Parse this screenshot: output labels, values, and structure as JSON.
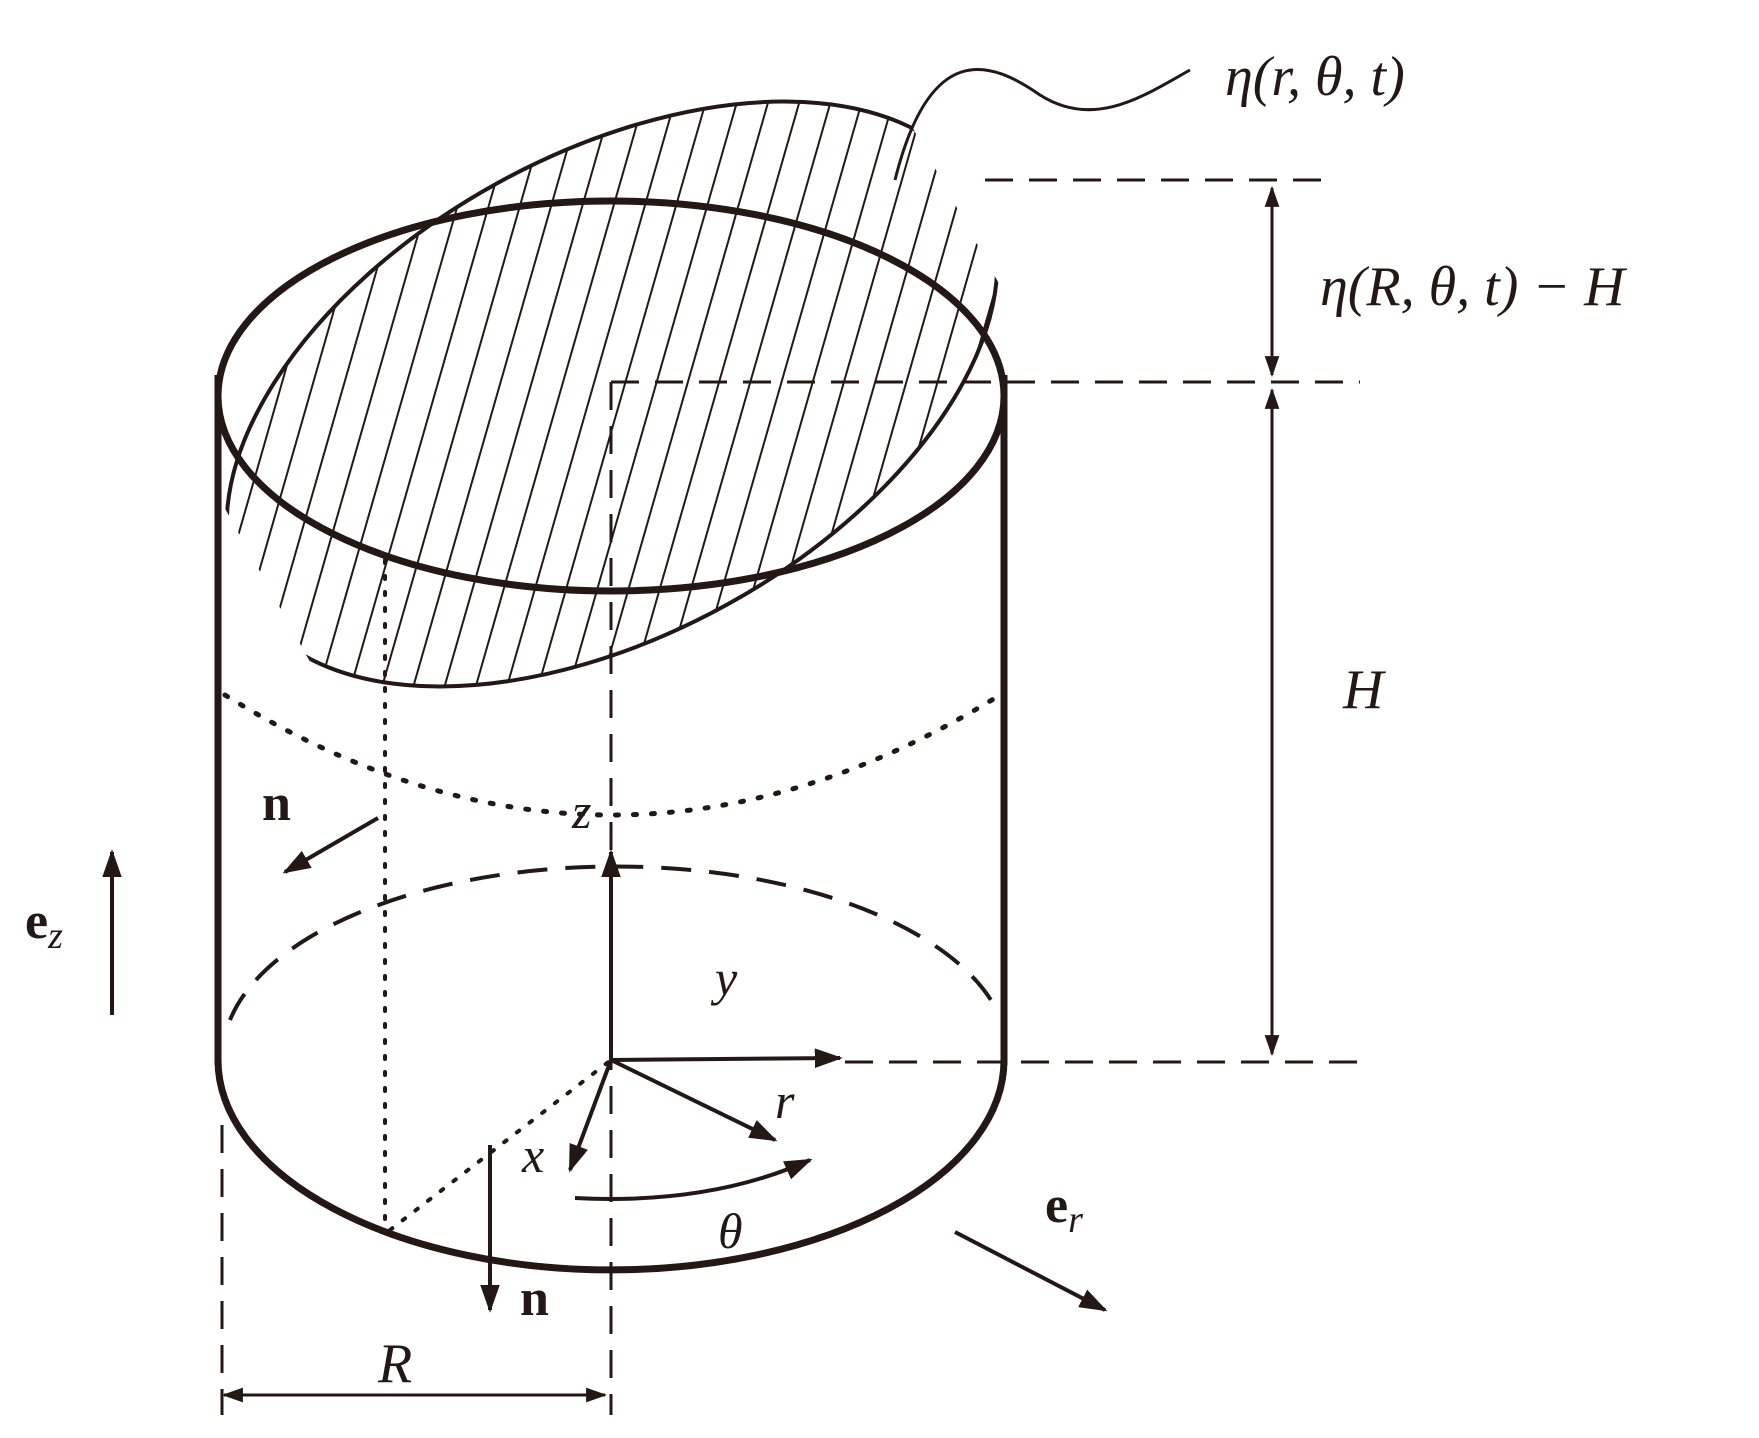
{
  "labels": {
    "eta_surface": "η(r, θ, t)",
    "eta_edge_minus_H": "η(R, θ, t) − H",
    "height": "H",
    "radius": "R",
    "axis_z": "z",
    "axis_y": "y",
    "axis_x": "x",
    "radial": "r",
    "angle": "θ",
    "normal_side": "n",
    "normal_bottom": "n",
    "unit_ez": {
      "base": "e",
      "sub": "z"
    },
    "unit_er": {
      "base": "e",
      "sub": "r"
    }
  },
  "colors": {
    "ink": "#231815",
    "background": "#ffffff"
  }
}
